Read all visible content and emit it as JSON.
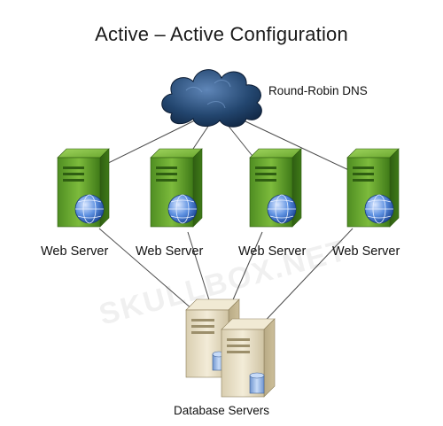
{
  "title": "Active – Active Configuration",
  "dns": {
    "label": "Round-Robin DNS"
  },
  "web_servers": [
    {
      "label": "Web Server"
    },
    {
      "label": "Web Server"
    },
    {
      "label": "Web Server"
    },
    {
      "label": "Web Server"
    }
  ],
  "database": {
    "label": "Database Servers"
  },
  "watermark": "SKULLBOX.NET",
  "colors": {
    "cloud": "#1e3f66",
    "server_green": "#5a9a2a",
    "server_tan": "#e8dfc6",
    "globe_blue": "#3a6fc4",
    "db_cylinder": "#8fb3e8",
    "line": "#4a4a4a"
  }
}
